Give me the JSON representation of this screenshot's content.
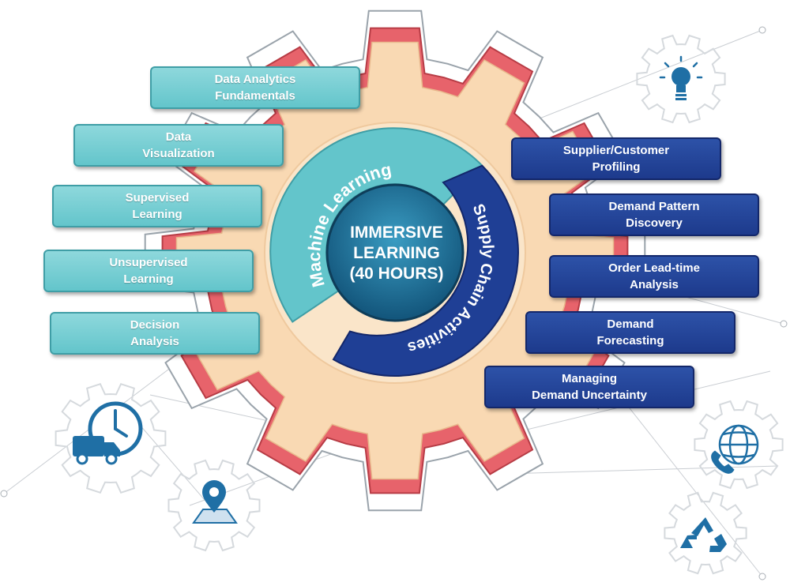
{
  "center": {
    "title_lines": [
      "IMMERSIVE",
      "LEARNING",
      "(40 HOURS)"
    ]
  },
  "ring": {
    "machine_learning_label": "Machine Learning",
    "supply_chain_label": "Supply Chain Activities"
  },
  "machine_learning_topics": [
    {
      "label": "Data Analytics\nFundamentals"
    },
    {
      "label": "Data\nVisualization"
    },
    {
      "label": "Supervised\nLearning"
    },
    {
      "label": "Unsupervised\nLearning"
    },
    {
      "label": "Decision\nAnalysis"
    }
  ],
  "supply_chain_topics": [
    {
      "label": "Supplier/Customer\nProfiling"
    },
    {
      "label": "Demand Pattern\nDiscovery"
    },
    {
      "label": "Order Lead-time\nAnalysis"
    },
    {
      "label": "Demand\nForecasting"
    },
    {
      "label": "Managing\nDemand Uncertainty"
    }
  ],
  "icons": [
    "lightbulb-icon",
    "globe-phone-icon",
    "recycle-icon",
    "delivery-truck-clock-icon",
    "map-pin-icon"
  ],
  "colors": {
    "gear_fill": "#f9d9b3",
    "gear_red": "#e7636b",
    "machine_learning": "#63c5cb",
    "supply_chain": "#1d3a8c",
    "center": "#1f6f93",
    "icon_blue": "#1f6fa5"
  }
}
